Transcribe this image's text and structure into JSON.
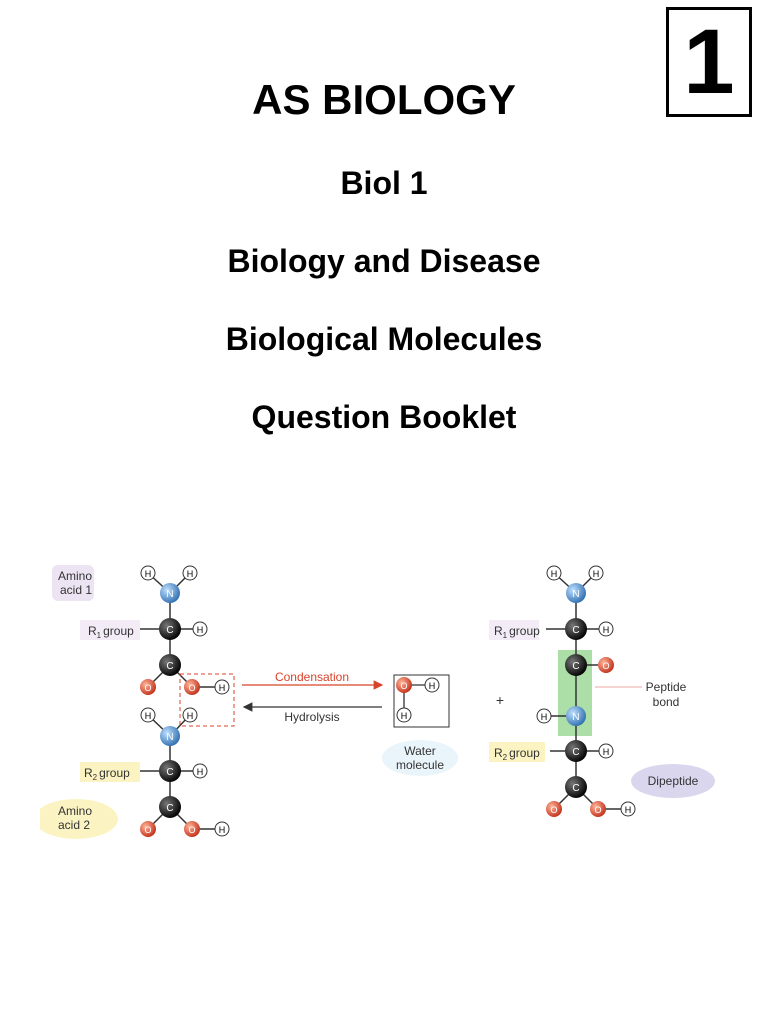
{
  "page_number": "1",
  "header": {
    "course": "AS BIOLOGY",
    "unit": "Biol 1",
    "topic": "Biology and Disease",
    "subtopic": "Biological Molecules",
    "booklet": "Question Booklet"
  },
  "diagram": {
    "left": {
      "amino_acid_1": [
        "Amino",
        "acid 1"
      ],
      "amino_acid_2": [
        "Amino",
        "acid 2"
      ],
      "r1_group": "R",
      "r1_sub": "1",
      "r2_group": "R",
      "r2_sub": "2",
      "group_word": "group"
    },
    "middle": {
      "condensation": "Condensation",
      "hydrolysis": "Hydrolysis",
      "water": [
        "Water",
        "molecule"
      ],
      "plus": "+"
    },
    "right": {
      "r1_group": "R",
      "r1_sub": "1",
      "r2_group": "R",
      "r2_sub": "2",
      "group_word": "group",
      "peptide_bond": [
        "Peptide",
        "bond"
      ],
      "dipeptide": "Dipeptide"
    },
    "atoms": {
      "H": "H",
      "N": "N",
      "C": "C",
      "O": "O"
    },
    "colors": {
      "carbon": "#1a1a1a",
      "nitrogen": "#4a8fd0",
      "oxygen": "#d9432a",
      "hydrogen": "#ffffff",
      "condensation_arrow": "#d9432a",
      "peptide_highlight": "#8fd48a",
      "amino_label_bg_1": "#ece4f2",
      "amino_label_bg_2": "#fbf4c2",
      "dipeptide_bg": "#d9d6ee"
    }
  }
}
